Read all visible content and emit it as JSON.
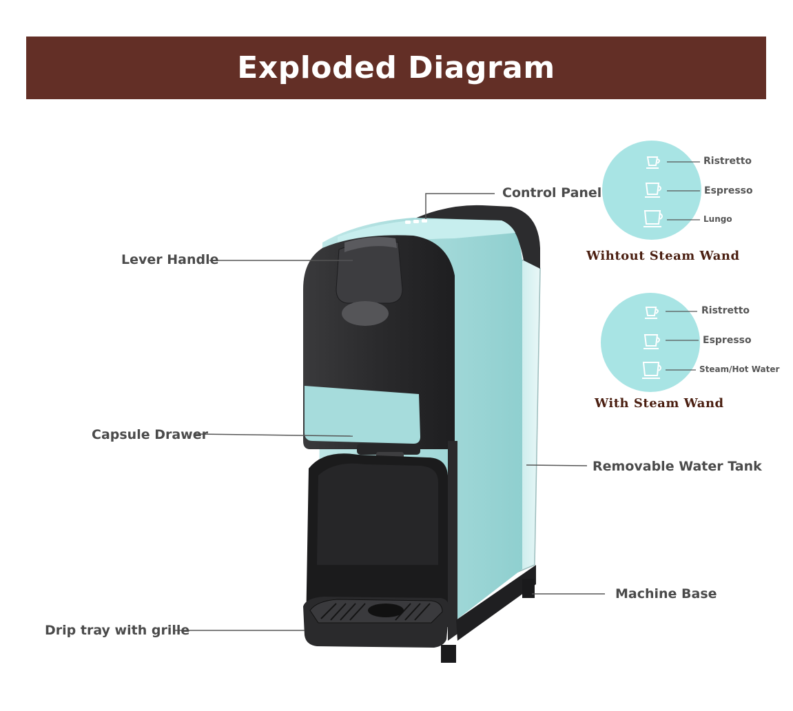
{
  "header": {
    "title": "Exploded Diagram"
  },
  "callouts": {
    "control_panel": "Control Panel",
    "lever_handle": "Lever Handle",
    "capsule_drawer": "Capsule Drawer",
    "removable_water_tank": "Removable Water Tank",
    "machine_base": "Machine Base",
    "drip_tray": "Drip tray with grille"
  },
  "panel_without_steam": {
    "caption": "Wihtout Steam Wand",
    "buttons": [
      "Ristretto",
      "Espresso",
      "Lungo"
    ]
  },
  "panel_with_steam": {
    "caption": "With Steam Wand",
    "buttons": [
      "Ristretto",
      "Espresso",
      "Steam/Hot Water"
    ]
  },
  "colors": {
    "banner": "#632f26",
    "machine_body": "#a9dede",
    "machine_dark": "#2e2e30",
    "panel_circle": "#a8e4e4",
    "caption_text": "#4a1e10"
  }
}
